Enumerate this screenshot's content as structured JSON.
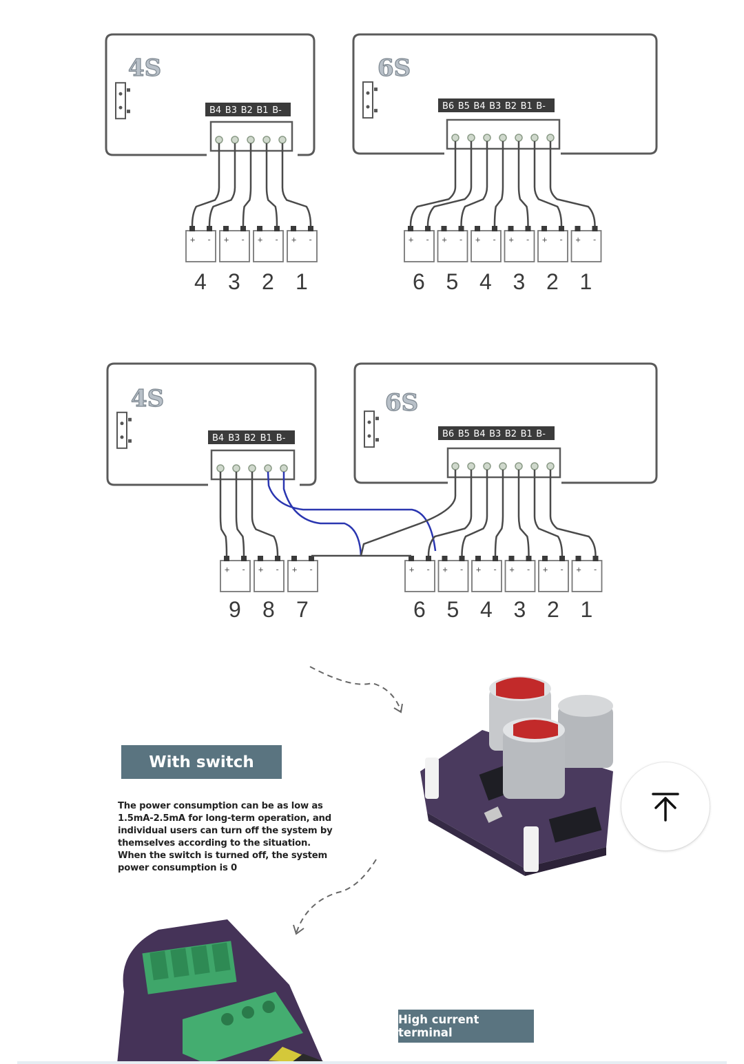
{
  "diagram_top": {
    "left_board": {
      "title": "4S",
      "pins": [
        "B4",
        "B3",
        "B2",
        "B1",
        "B-"
      ],
      "cells": [
        "4",
        "3",
        "2",
        "1"
      ]
    },
    "right_board": {
      "title": "6S",
      "pins": [
        "B6",
        "B5",
        "B4",
        "B3",
        "B2",
        "B1",
        "B-"
      ],
      "cells": [
        "6",
        "5",
        "4",
        "3",
        "2",
        "1"
      ]
    }
  },
  "diagram_bottom": {
    "left_board": {
      "title": "4S",
      "pins": [
        "B4",
        "B3",
        "B2",
        "B1",
        "B-"
      ],
      "cells": [
        "9",
        "8",
        "7"
      ]
    },
    "right_board": {
      "title": "6S",
      "pins": [
        "B6",
        "B5",
        "B4",
        "B3",
        "B2",
        "B1",
        "B-"
      ],
      "cells": [
        "6",
        "5",
        "4",
        "3",
        "2",
        "1"
      ]
    }
  },
  "cell_terminals": {
    "plus": "+",
    "minus": "-"
  },
  "features": {
    "switch_label": "With switch",
    "switch_description": "The power consumption can be as low as 1.5mA-2.5mA for long-term operation, and individual users can turn off the system by themselves according to the situation. When the switch is turned off, the system power consumption is 0",
    "terminal_label": "High current terminal"
  },
  "icons": {
    "back_to_top": "arrow-up-to-line-icon"
  },
  "colors": {
    "wire": "#4a4a4a",
    "bridge_wire": "#2a36b0",
    "label_bg": "#5a7480",
    "pcb": "#4a3a5e",
    "terminal_green": "#3fa66a"
  }
}
